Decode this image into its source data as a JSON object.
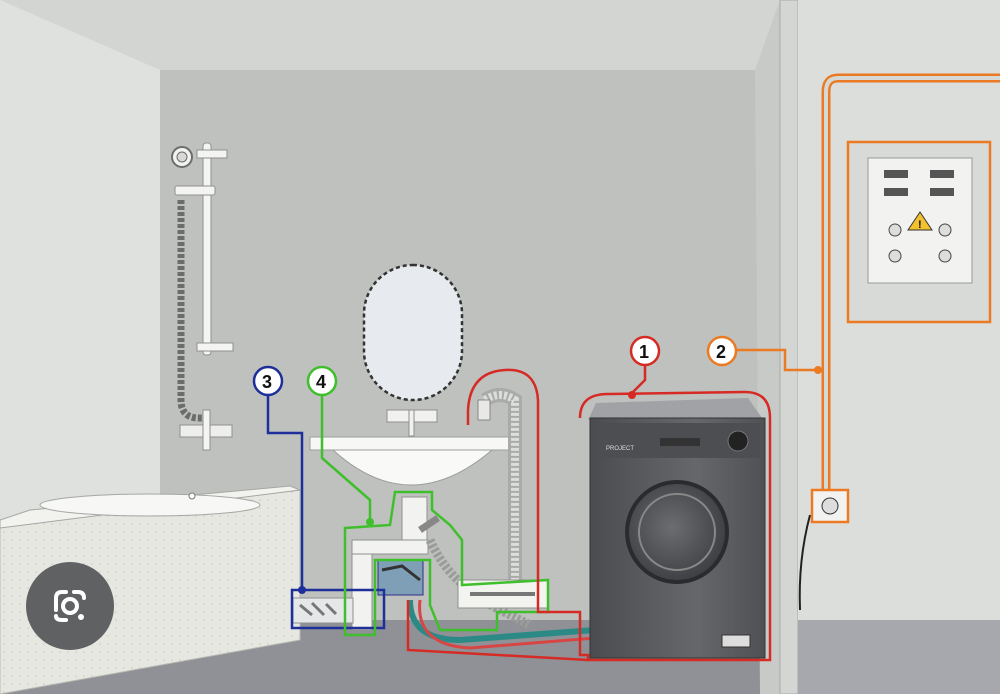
{
  "diagram": {
    "callouts": [
      {
        "id": "1",
        "label": "1",
        "color": "#d62a24"
      },
      {
        "id": "2",
        "label": "2",
        "color": "#ea7a23"
      },
      {
        "id": "3",
        "label": "3",
        "color": "#1f2f9a"
      },
      {
        "id": "4",
        "label": "4",
        "color": "#3fbf2c"
      }
    ],
    "washer_brand": "PROJECT",
    "panel_warning_symbol": "!"
  },
  "overlay": {
    "lens_icon": "google-lens-icon"
  },
  "colors": {
    "wall": "#cfd1ce",
    "back_wall": "#bfc1be",
    "floor": "#8d8f94",
    "tile": "#e4e5df",
    "washer": "#5a5b5f",
    "red_outline": "#d62a24",
    "orange_outline": "#ea7a23",
    "blue_outline": "#1f2f9a",
    "green_outline": "#3fbf2c"
  }
}
